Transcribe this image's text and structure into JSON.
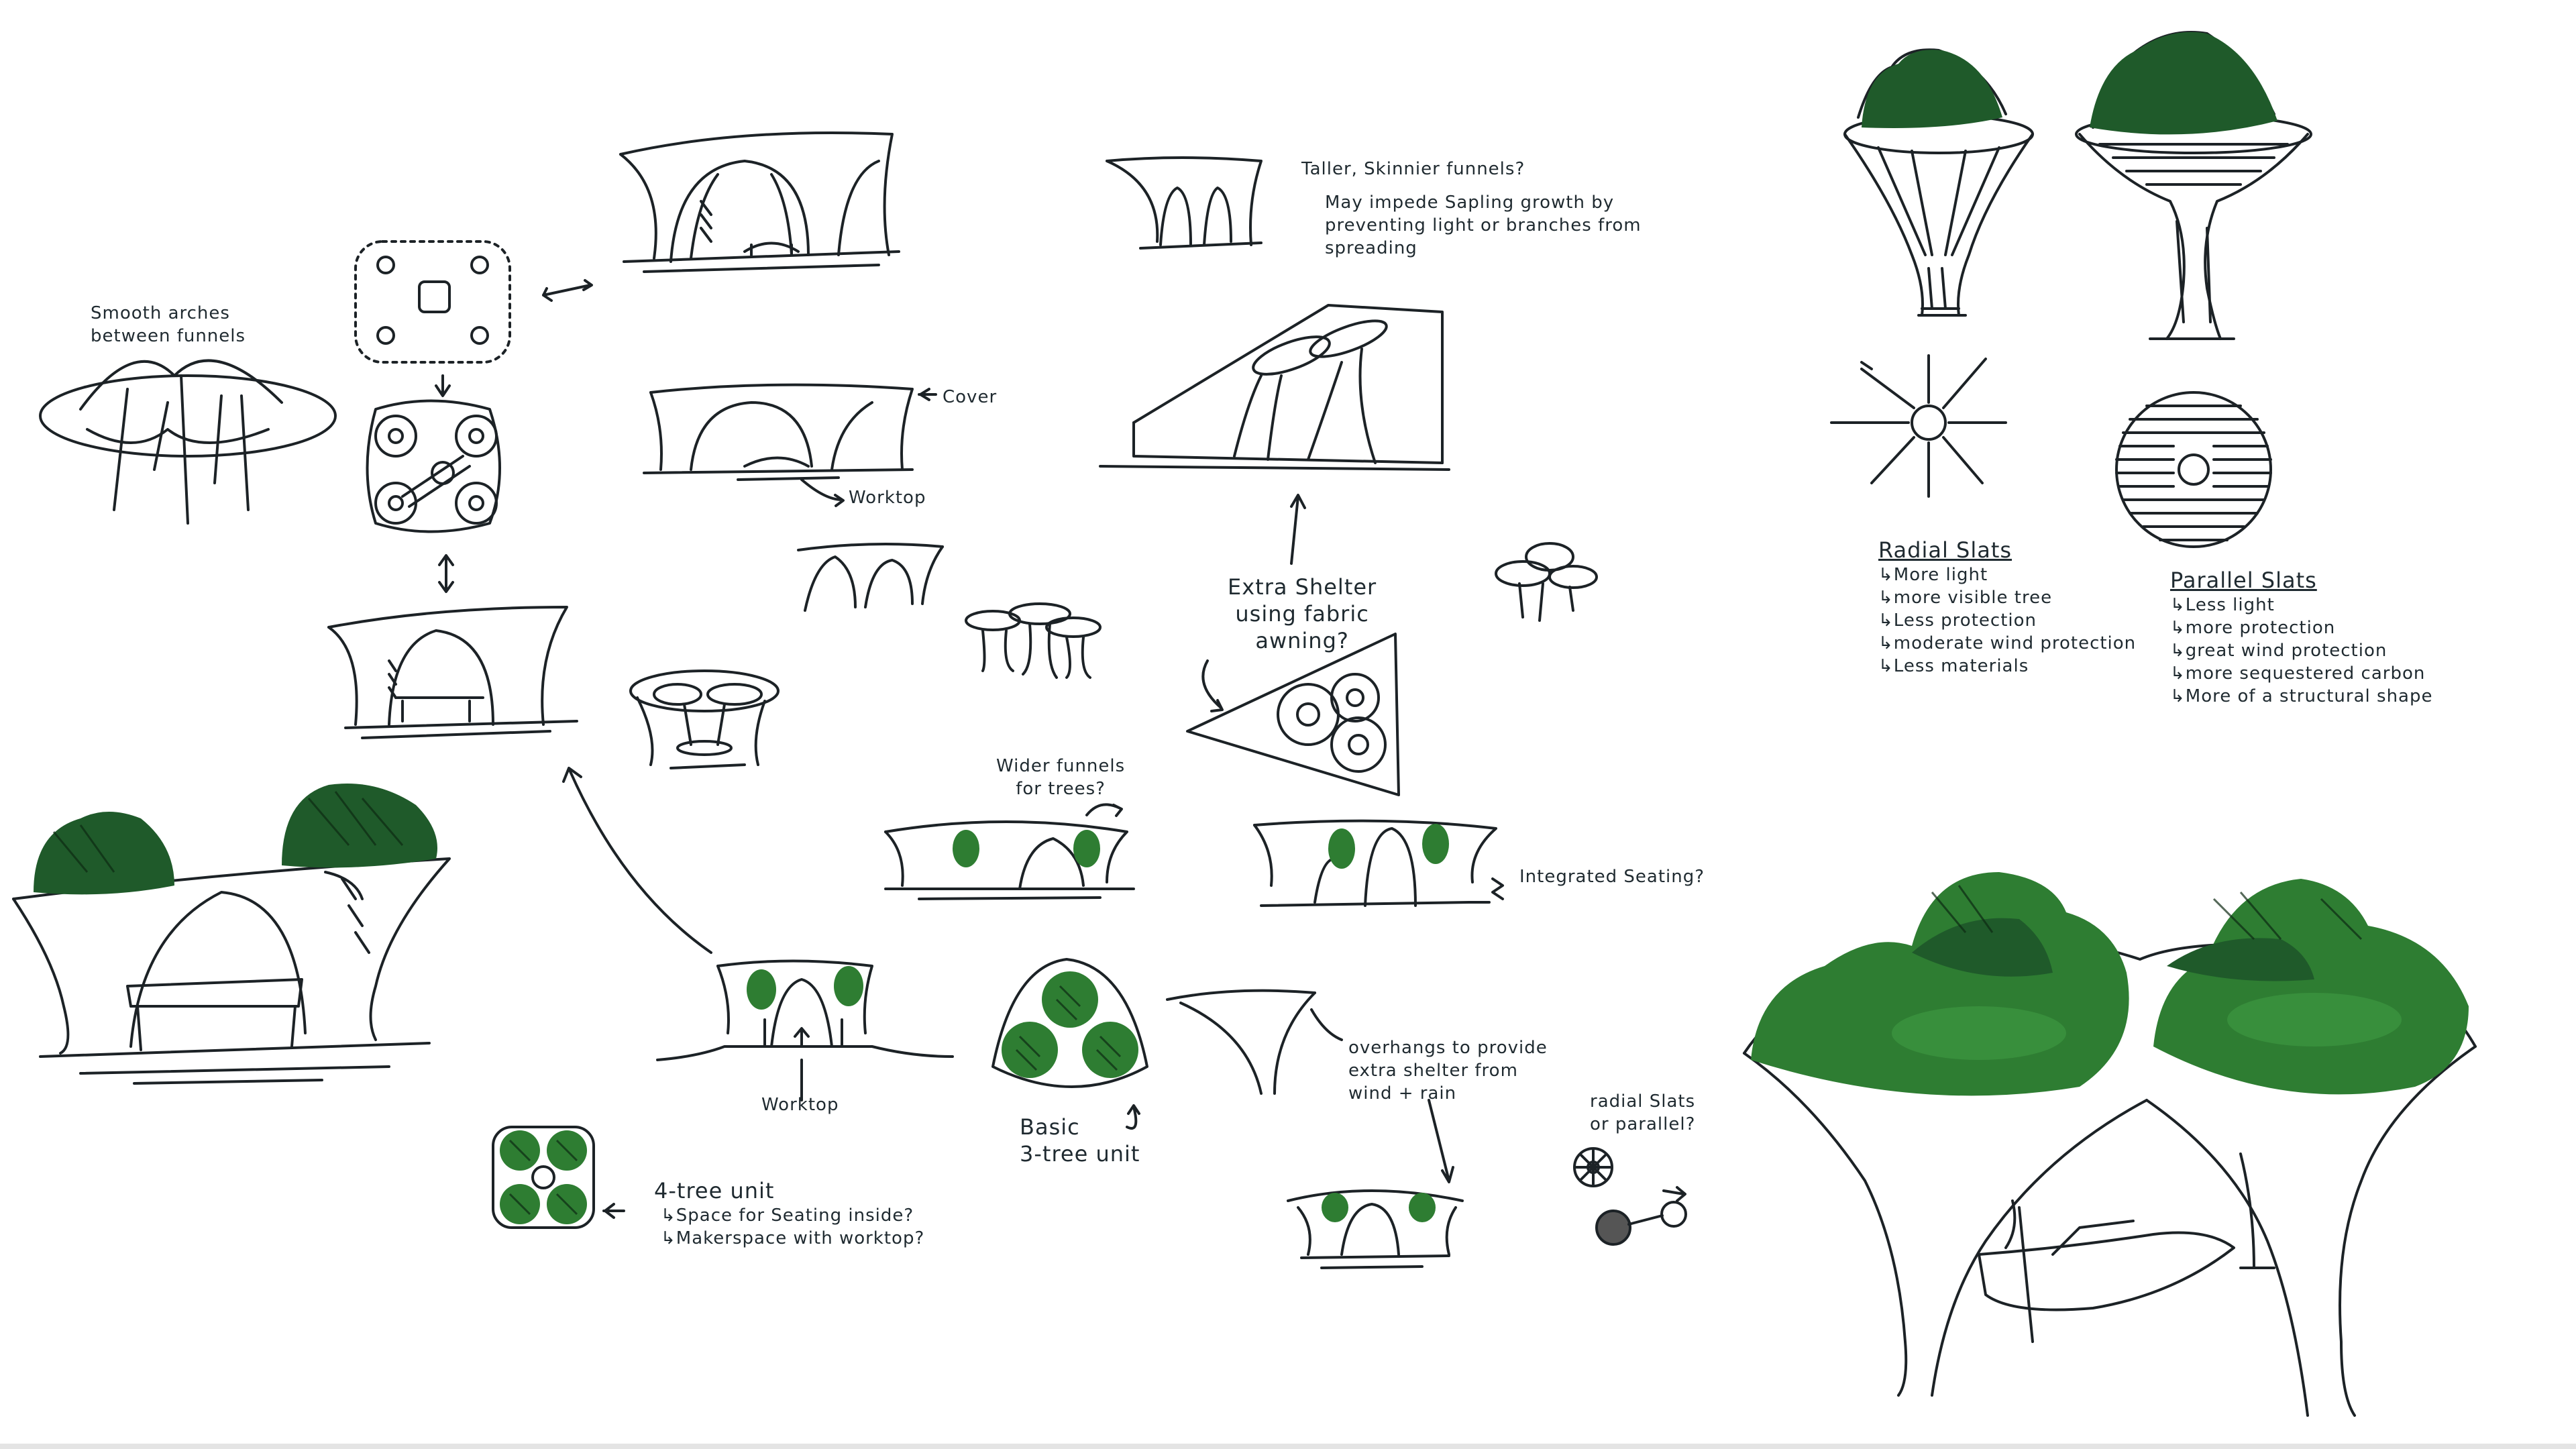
{
  "colors": {
    "paper": "#ffffff",
    "ink": "#1c2226",
    "foliage_dark": "#1f5a2a",
    "foliage": "#2e7d32",
    "foliage_light": "#3f9b42",
    "bottom_edge": "#e4e4e4"
  },
  "annotations": {
    "smooth_arches": "Smooth arches\nbetween funnels",
    "cover": "Cover",
    "worktop_top": "Worktop",
    "taller_funnels": "Taller, Skinnier funnels?",
    "taller_funnels_note": "May impede Sapling growth by\npreventing light or branches from\nspreading",
    "extra_shelter": "Extra Shelter\nusing fabric\nawning?",
    "wider_funnels": "Wider funnels\nfor trees?",
    "integrated_seating": "Integrated Seating?",
    "worktop_bottom": "Worktop",
    "basic_unit": "Basic\n3-tree unit",
    "overhangs": "overhangs to provide\nextra shelter from\nwind + rain",
    "radial_or_parallel": "radial Slats\nor parallel?",
    "four_tree_unit": "4-tree unit",
    "four_tree_notes": [
      "Space for Seating inside?",
      "Makerspace with worktop?"
    ]
  },
  "radial_slats": {
    "title": "Radial Slats",
    "points": [
      "More light",
      "more visible tree",
      "Less protection",
      "moderate wind protection",
      "Less materials"
    ]
  },
  "parallel_slats": {
    "title": "Parallel Slats",
    "points": [
      "Less light",
      "more protection",
      "great wind protection",
      "more sequestered carbon",
      "More of a structural shape"
    ]
  }
}
